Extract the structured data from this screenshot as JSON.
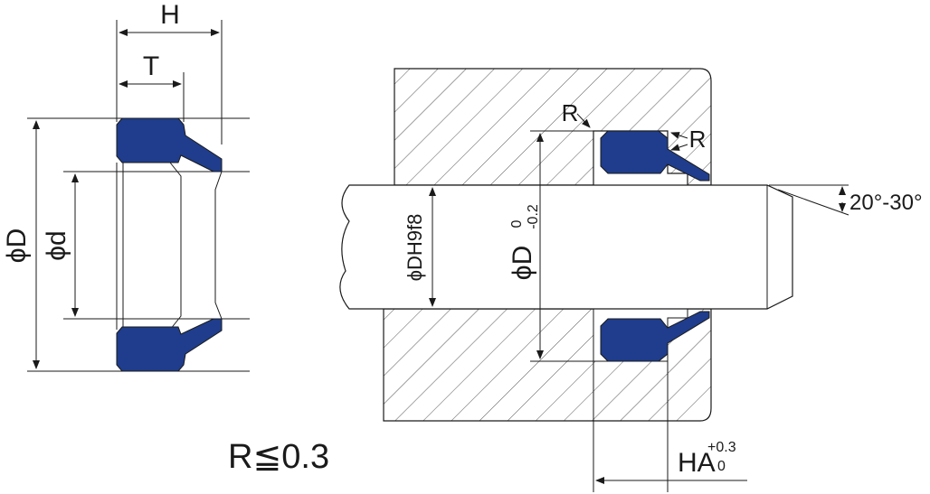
{
  "labels": {
    "H": "H",
    "T": "T",
    "phiD": "ϕD",
    "phid": "ϕd",
    "R_top": "R",
    "R_right": "R",
    "angle": "20°-30°",
    "phiDH9f8": "ϕDH9f8",
    "phiD_tol_main": "ϕD",
    "phiD_tol_upper": "0",
    "phiD_tol_lower": "-0.2",
    "HA_main": "HA",
    "HA_tol_upper": "+0.3",
    "HA_tol_lower": "0",
    "R_note": "R≦0.3"
  },
  "colors": {
    "seal": "#1f3d8c",
    "line": "#1a1a1a",
    "hatch": "#444444",
    "background": "#ffffff"
  }
}
